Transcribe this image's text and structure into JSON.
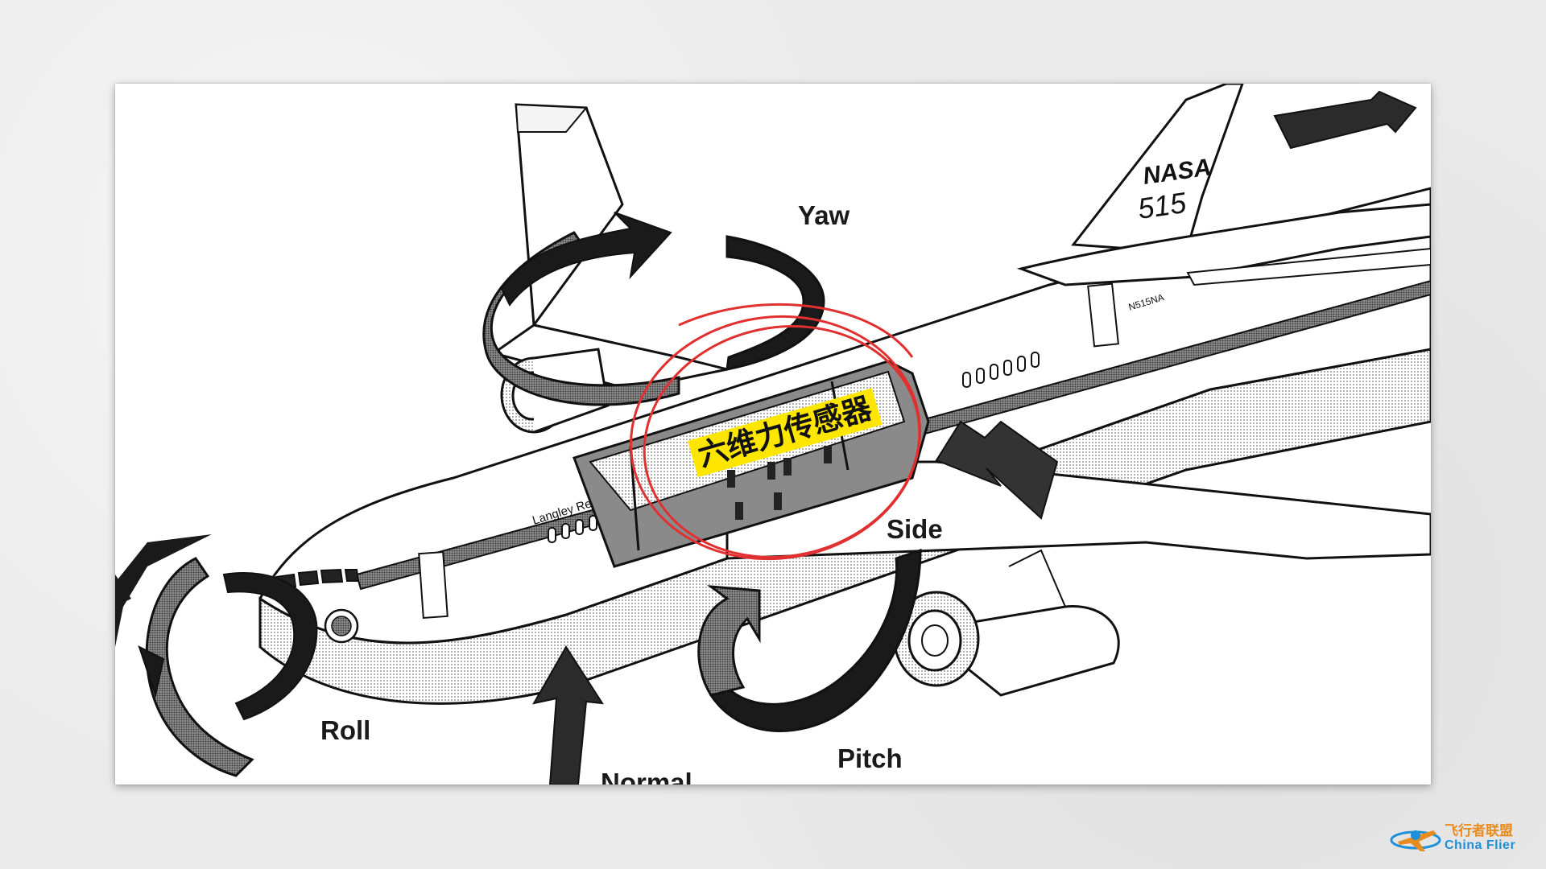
{
  "labels": {
    "yaw": "Yaw",
    "side": "Side",
    "roll": "Roll",
    "pitch": "Pitch",
    "normal": "Normal"
  },
  "tail_text": {
    "brand": "NASA",
    "number": "515"
  },
  "fuselage_text": {
    "side_name": "Langley Re",
    "registration": "N515NA"
  },
  "highlight": {
    "text": "六维力传感器",
    "color": "#ffe600",
    "circle_color": "#e03030"
  },
  "watermark": {
    "cn": "飞行者联盟",
    "en": "China Flier"
  }
}
